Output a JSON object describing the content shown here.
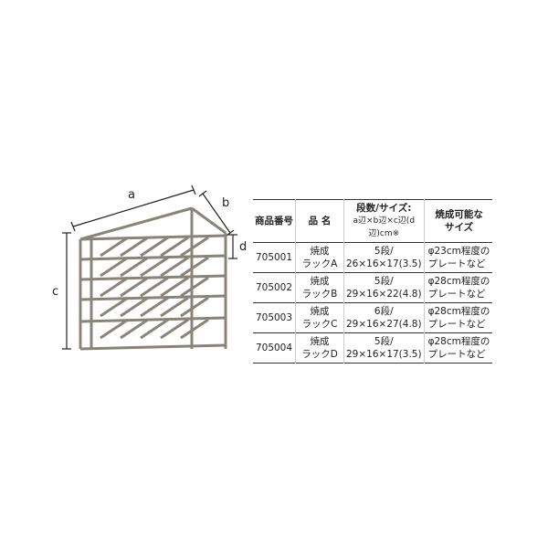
{
  "diagram": {
    "labels": {
      "a": "a",
      "b": "b",
      "c": "c",
      "d": "d"
    },
    "frame_color": "#8a8478"
  },
  "table": {
    "headers": [
      "商品番号",
      "品 名",
      "段数/サイズ:",
      "焼成可能な"
    ],
    "header_sub": {
      "size": "a辺×b辺×c辺(d辺)cm※",
      "plate": "サイズ"
    },
    "rows": [
      {
        "code": "705001",
        "name1": "焼成",
        "name2": "ラックA",
        "tiers": "5段/",
        "size": "26×16×17(3.5)",
        "plate1": "φ23cm程度の",
        "plate2": "プレートなど"
      },
      {
        "code": "705002",
        "name1": "焼成",
        "name2": "ラックB",
        "tiers": "5段/",
        "size": "29×16×22(4.8)",
        "plate1": "φ28cm程度の",
        "plate2": "プレートなど"
      },
      {
        "code": "705003",
        "name1": "焼成",
        "name2": "ラックC",
        "tiers": "6段/",
        "size": "29×16×27(4.8)",
        "plate1": "φ28cm程度の",
        "plate2": "プレートなど"
      },
      {
        "code": "705004",
        "name1": "焼成",
        "name2": "ラックD",
        "tiers": "5段/",
        "size": "29×16×17(3.5)",
        "plate1": "φ28cm程度の",
        "plate2": "プレートなど"
      }
    ]
  }
}
